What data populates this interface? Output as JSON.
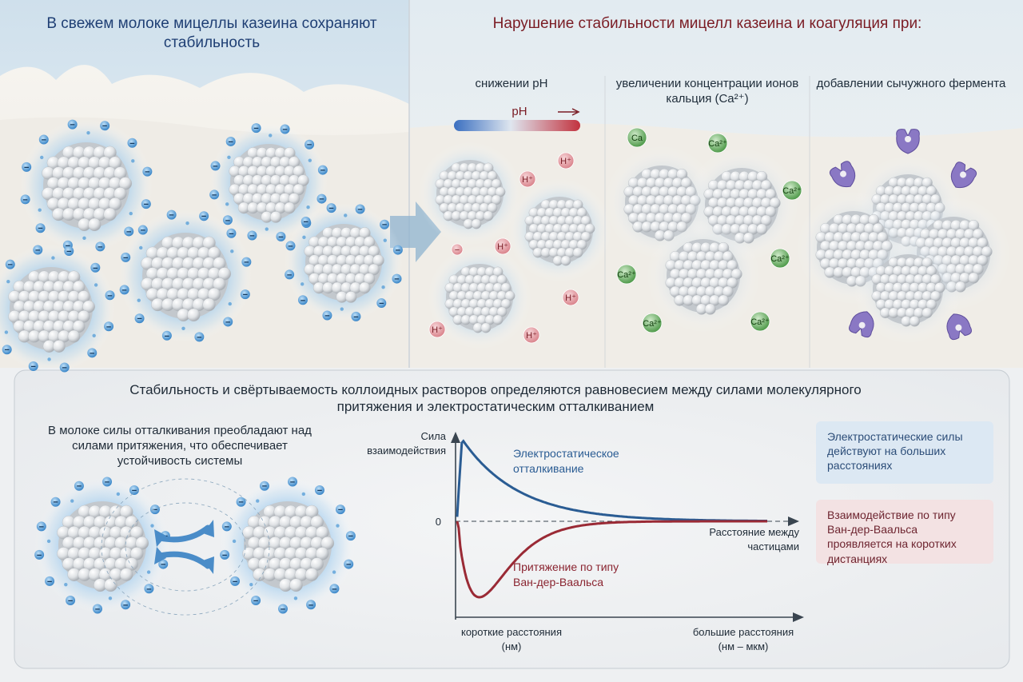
{
  "header": {
    "left_title": "В свежем молоке мицеллы казеина сохраняют стабильность",
    "right_title": "Нарушение стабильности мицелл казеина и коагуляция при:"
  },
  "conditions": [
    {
      "label": "снижении pH"
    },
    {
      "label": "увеличении концентрации ионов кальция (Ca²⁺)"
    },
    {
      "label": "добавлении сычужного фермента"
    }
  ],
  "ph_scale": {
    "label": "pH"
  },
  "ions": {
    "negative": "−",
    "hydrogen": "H⁺",
    "calcium": "Ca²⁺",
    "calcium_alt": "Ca"
  },
  "bottom": {
    "title": "Стабильность и свёртываемость коллоидных растворов определяются равновесием между силами молекулярного притяжения и электростатическим отталкиванием",
    "left_text": "В молоке силы отталкивания преобладают над силами притяжения, что обеспечивает устойчивость системы",
    "note_blue": "Электростатические силы действуют на больших расстояниях",
    "note_red": "Взаимодействие по типу Ван-дер-Ваальса проявляется на коротких дистанциях"
  },
  "chart_data": {
    "type": "line",
    "ylabel_line1": "Сила",
    "ylabel_line2": "взаимодействия",
    "zero_label": "0",
    "xlabel_line1": "Расстояние между",
    "xlabel_line2": "частицами",
    "x_short_line1": "короткие расстояния",
    "x_short_line2": "(нм)",
    "x_long_line1": "большие расстояния",
    "x_long_line2": "(нм – мкм)",
    "series": [
      {
        "name": "Электростатическое отталкивание",
        "name_line1": "Электростатическое",
        "name_line2": "отталкивание",
        "color": "#2a5c93",
        "sign": 1
      },
      {
        "name": "Притяжение по типу Ван-дер-Ваальса",
        "name_line1": "Притяжение по типу",
        "name_line2": "Ван-дер-Ваальса",
        "color": "#9a2a35",
        "sign": -1
      }
    ]
  },
  "colors": {
    "blue_title": "#1f3f74",
    "red_title": "#7a1c24",
    "ion_blue": "#3a86c8",
    "ion_red": "#b8444f",
    "ion_green": "#4f9a4a",
    "enzyme": "#7d6bb8"
  }
}
